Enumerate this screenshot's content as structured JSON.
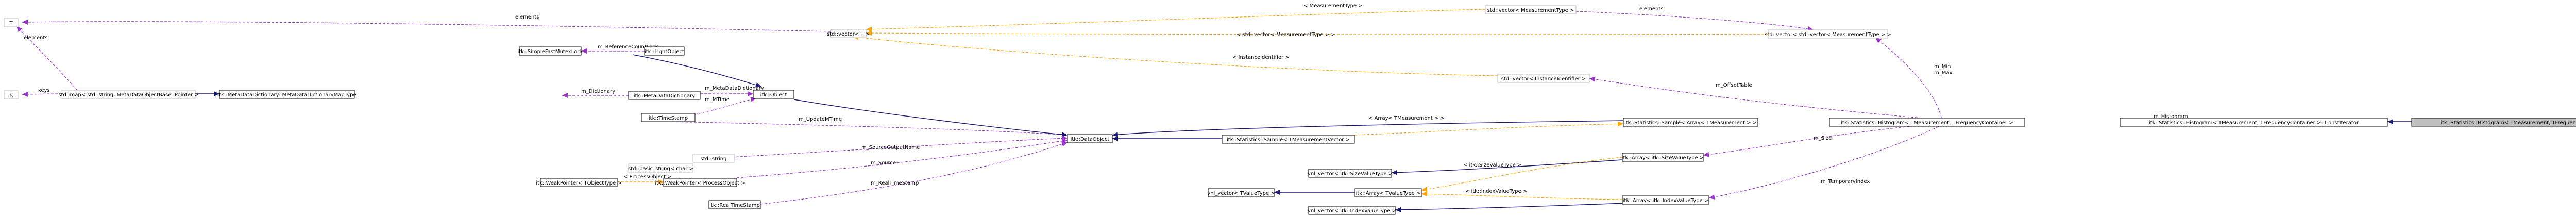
{
  "nodes": {
    "T": "T",
    "K": "K",
    "map": "std::map< std::string, MetaDataObjectBase::Pointer >",
    "simpleFastMutexLock": "itk::SimpleFastMutexLock",
    "lightObject": "itk::LightObject",
    "metaDataDictionaryMapType": "itk::MetaDataDictionary::MetaDataDictionaryMapType",
    "metaDataDictionary": "itk::MetaDataDictionary",
    "object": "itk::Object",
    "timeStamp": "itk::TimeStamp",
    "basicString": "std::basic_string< char >",
    "string": "std::string",
    "weakPointerTObject": "itk::WeakPointer< TObjectType >",
    "weakPointerProcessObject": "itk::WeakPointer< ProcessObject >",
    "realTimeStamp": "itk::RealTimeStamp",
    "dataObject": "itk::DataObject",
    "vectorT": "std::vector< T >",
    "vectorMeasurementType": "std::vector< MeasurementType >",
    "vectorVectorMeasurementType": "std::vector< std::vector< MeasurementType > >",
    "vectorInstanceIdentifier": "std::vector< InstanceIdentifier >",
    "sampleMeasurementVector": "itk::Statistics::Sample< TMeasurementVector >",
    "sampleArrayMeasurement": "itk::Statistics::Sample< Array< TMeasurement > >",
    "vnlVectorTValue": "vnl_vector< TValueType >",
    "vnlVectorSizeValue": "vnl_vector< itk::SizeValueType >",
    "arrayTValue": "itk::Array< TValueType >",
    "arraySizeValue": "itk::Array< itk::SizeValueType >",
    "vnlVectorIndexValue": "vnl_vector< itk::IndexValueType >",
    "arrayIndexValue": "itk::Array< itk::IndexValueType >",
    "histogram": "itk::Statistics::Histogram< TMeasurement, TFrequencyContainer >",
    "constIterator": "itk::Statistics::Histogram< TMeasurement, TFrequencyContainer >::ConstIterator",
    "iterator": "itk::Statistics::Histogram< TMeasurement, TFrequencyContainer >::Iterator"
  },
  "edges": {
    "elements1": "elements",
    "keys": "keys",
    "elements2": "elements",
    "referenceCountLock": "m_ReferenceCountLock",
    "dictionary": "m_Dictionary",
    "metaDataDictionary": "m_MetaDataDictionary",
    "mTime": "m_MTime",
    "updateMTime": "m_UpdateMTime",
    "sourceOutputName": "m_SourceOutputName",
    "processObjectT": "< ProcessObject >",
    "source": "m_Source",
    "realTimeStampEdge": "m_RealTimeStamp",
    "measurementType": "< MeasurementType >",
    "elements3": "elements",
    "vectorMeasurementType": "< std::vector< MeasurementType > >",
    "instanceIdentifier": "< InstanceIdentifier >",
    "offsetTable": "m_OffsetTable",
    "minMax": "m_Min\nm_Max",
    "arrayTMeasurement": "< Array< TMeasurement > >",
    "size": "m_Size",
    "sizeValueType": "< itk::SizeValueType >",
    "indexValueType": "< itk::IndexValueType >",
    "temporaryIndex": "m_TemporaryIndex",
    "histogramEdge": "m_Histogram"
  },
  "colors": {
    "inheritance": "#191970",
    "usage": "#9a32cd",
    "template": "#ffa500",
    "focusFill": "#bfbfbf",
    "ghostBorder": "#bfbfbf"
  }
}
